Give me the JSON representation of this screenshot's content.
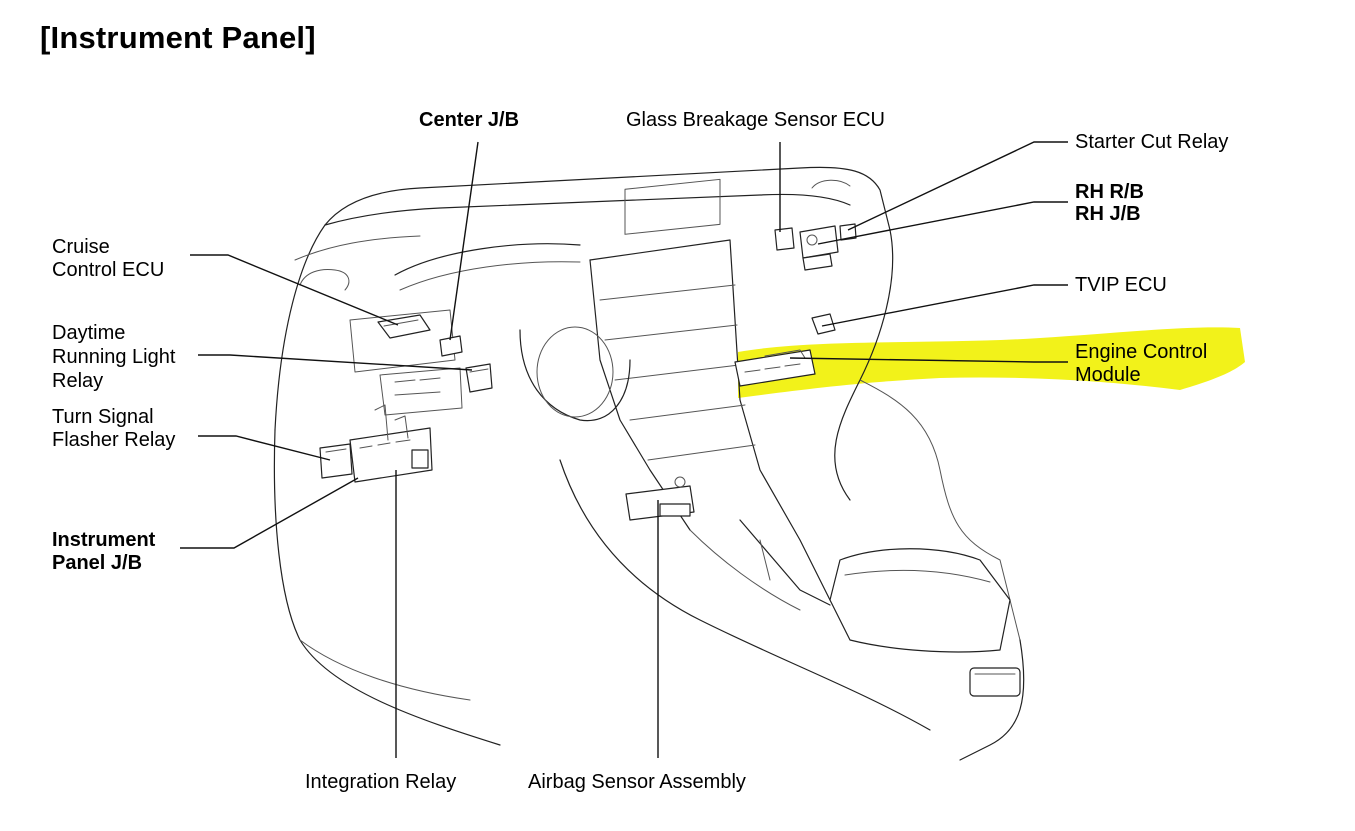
{
  "title": "[Instrument Panel]",
  "highlight_color": "#f2f21a",
  "labels": {
    "center_jb": "Center J/B",
    "glass_breakage": "Glass Breakage Sensor ECU",
    "starter_cut": "Starter Cut Relay",
    "rh_rb": "RH R/B",
    "rh_jb": "RH J/B",
    "cruise_1": "Cruise",
    "cruise_2": "Control ECU",
    "drl_1": "Daytime",
    "drl_2": "Running Light",
    "drl_3": "Relay",
    "tvip": "TVIP ECU",
    "ecm_1": "Engine Control",
    "ecm_2": "Module",
    "turn_1": "Turn Signal",
    "turn_2": "Flasher Relay",
    "ipjb_1": "Instrument",
    "ipjb_2": "Panel J/B",
    "integration": "Integration Relay",
    "airbag": "Airbag Sensor Assembly"
  }
}
